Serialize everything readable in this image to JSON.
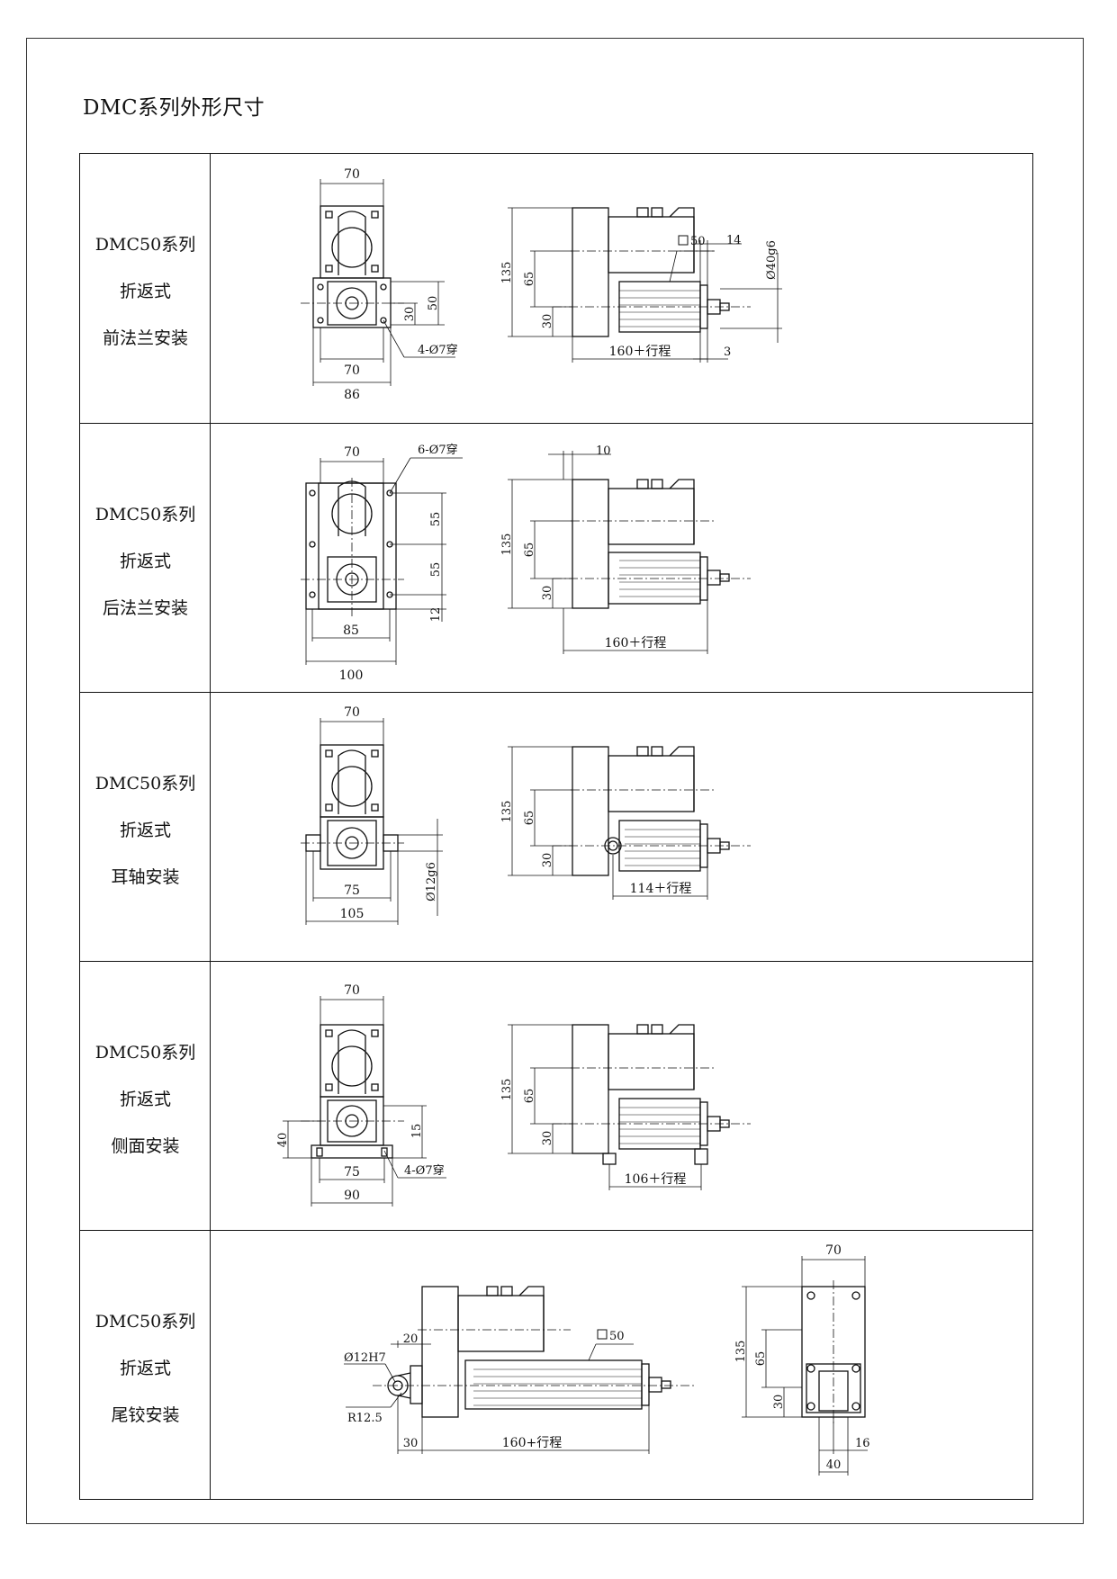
{
  "page": {
    "title": "DMC系列外形尺寸"
  },
  "rows": [
    {
      "series": "DMC50系列",
      "type": "折返式",
      "mount": "前法兰安装",
      "dims": {
        "top": "70",
        "bottom_inner": "70",
        "bottom_outer": "86",
        "v1": "30",
        "v2": "50",
        "holes": "4-Ø7穿",
        "sq": "50",
        "d14": "14",
        "dia": "Ø40g6",
        "h135": "135",
        "h65": "65",
        "h30": "30",
        "len": "160＋行程",
        "d3": "3"
      }
    },
    {
      "series": "DMC50系列",
      "type": "折返式",
      "mount": "后法兰安装",
      "dims": {
        "top": "70",
        "holes": "6-Ø7穿",
        "v55a": "55",
        "v55b": "55",
        "v12": "12",
        "w85": "85",
        "w100": "100",
        "d10": "10",
        "h135": "135",
        "h65": "65",
        "h30": "30",
        "len": "160＋行程"
      }
    },
    {
      "series": "DMC50系列",
      "type": "折返式",
      "mount": "耳轴安装",
      "dims": {
        "top": "70",
        "dia": "Ø12g6",
        "w75": "75",
        "w105": "105",
        "h135": "135",
        "h65": "65",
        "h30": "30",
        "len": "114＋行程"
      }
    },
    {
      "series": "DMC50系列",
      "type": "折返式",
      "mount": "侧面安装",
      "dims": {
        "top": "70",
        "v40": "40",
        "v15": "15",
        "w75": "75",
        "w90": "90",
        "holes": "4-Ø7穿",
        "h135": "135",
        "h65": "65",
        "h30": "30",
        "len": "106＋行程"
      }
    },
    {
      "series": "DMC50系列",
      "type": "折返式",
      "mount": "尾铰安装",
      "dims": {
        "sq": "50",
        "d20": "20",
        "dia": "Ø12H7",
        "r": "R12.5",
        "d30": "30",
        "len": "160+行程",
        "top": "70",
        "h135": "135",
        "h65": "65",
        "h30": "30",
        "d16": "16",
        "d40": "40"
      }
    }
  ]
}
